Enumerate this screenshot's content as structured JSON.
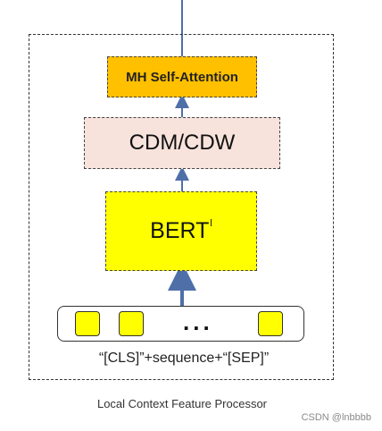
{
  "diagram": {
    "nodes": {
      "mh_attention": "MH Self-Attention",
      "cdm_cdw": "CDM/CDW",
      "bert": "BERT",
      "bert_superscript": "l"
    },
    "tokens": {
      "ellipsis": "..."
    },
    "sequence_label": "“[CLS]”+sequence+“[SEP]”",
    "caption": "Local Context Feature Processor"
  },
  "watermark": "CSDN @lnbbbb",
  "colors": {
    "mh_fill": "#ffc000",
    "cdm_fill": "#f7e2dc",
    "bert_fill": "#ffff00",
    "token_fill": "#ffff00",
    "arrow": "#4f6fa8"
  }
}
